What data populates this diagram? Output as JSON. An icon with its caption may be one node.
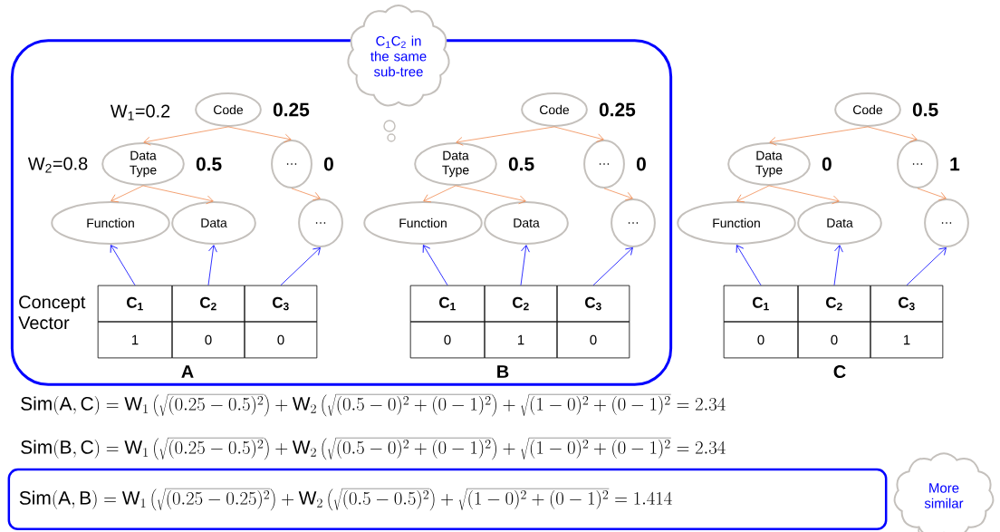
{
  "diagram": {
    "nodes": [
      {
        "text": [],
        "shape": "box"
      },
      {
        "text": [
          "Code"
        ],
        "beside": [
          "0.25"
        ],
        "in": 0
      },
      {
        "text": [
          "Data Type"
        ],
        "beside": [
          "0.5"
        ],
        "in": 0
      },
      {
        "text": [
          "…"
        ],
        "beside": [
          "0"
        ],
        "in": 0
      },
      {
        "text": [
          "Function"
        ],
        "in": 0
      },
      {
        "text": [
          "Data"
        ],
        "in": 0
      },
      {
        "text": [
          "…"
        ],
        "in": 0
      },
      {
        "text": [
          "C$_{1}$"
        ],
        "in": 0
      },
      {
        "text": [
          "C$_{2}$"
        ],
        "in": 0
      },
      {
        "text": [
          "C$_{3}$"
        ],
        "in": 0
      },
      {
        "text": [
          "1"
        ],
        "in": 0
      },
      {
        "text": [
          "0"
        ],
        "in": 0
      },
      {
        "text": [
          "0"
        ],
        "in": 0
      },
      {
        "text": [
          "Code"
        ],
        "beside": [
          "0.25"
        ],
        "in": 0
      },
      {
        "text": [
          "Data Type"
        ],
        "beside": [
          "0.5"
        ],
        "in": 0
      },
      {
        "text": [
          "…"
        ],
        "beside": [
          "0"
        ],
        "in": 0
      },
      {
        "text": [
          "Function"
        ],
        "in": 0
      },
      {
        "text": [
          "Data"
        ],
        "in": 0
      },
      {
        "text": [
          "…"
        ],
        "in": 0
      },
      {
        "text": [
          "C$_{1}$"
        ],
        "in": 0
      },
      {
        "text": [
          "C$_{2}$"
        ],
        "in": 0
      },
      {
        "text": [
          "C$_{3}$"
        ],
        "in": 0
      },
      {
        "text": [
          "0"
        ],
        "in": 0
      },
      {
        "text": [
          "1"
        ],
        "in": 0
      },
      {
        "text": [
          "0"
        ],
        "in": 0
      },
      {
        "text": [
          "Code"
        ],
        "beside": [
          "0.5"
        ]
      },
      {
        "text": [
          "Data Type"
        ],
        "beside": [
          "0"
        ]
      },
      {
        "text": [
          "…"
        ],
        "beside": [
          "1"
        ]
      },
      {
        "text": [
          "Function"
        ]
      },
      {
        "text": [
          "Data"
        ]
      },
      {
        "text": [
          "…"
        ]
      },
      {
        "text": [
          "C$_{1}$"
        ]
      },
      {
        "text": [
          "C$_{2}$"
        ]
      },
      {
        "text": [
          "C$_{3}$"
        ]
      },
      {
        "text": [
          "0"
        ]
      },
      {
        "text": [
          "0"
        ]
      },
      {
        "text": [
          "1"
        ]
      },
      {
        "text": [
          "C$_{1}$C$_{2}$ in the same sub-tree"
        ]
      },
      {
        "text": [
          "\\mathrm{Sim(A,B)} = \\mathrm{W}_{1}\\left(\\sqrt{(0.25-0.25)^{2}}\\right) + \\mathrm{W}_{2}\\left(\\sqrt{(0.5-0.5)^{2}}\\right) + \\sqrt{(1-0)^{2}+(0-1)^{2}} = 1.414"
        ]
      },
      {
        "text": [
          "More similar"
        ]
      }
    ],
    "edges": [
      {
        "from": 1,
        "to": 2,
        "arrow": "to"
      },
      {
        "from": 1,
        "to": 3,
        "arrow": "to"
      },
      {
        "from": 2,
        "to": 4,
        "arrow": "to"
      },
      {
        "from": 2,
        "to": 5,
        "arrow": "to"
      },
      {
        "from": 3,
        "to": 6,
        "arrow": "to"
      },
      {
        "from": 7,
        "to": 4,
        "arrow": "to",
        "color": "#0000ff"
      },
      {
        "from": 8,
        "to": 5,
        "arrow": "to",
        "color": "#0000ff"
      },
      {
        "from": 9,
        "to": 6,
        "arrow": "to",
        "color": "#0000ff"
      },
      {
        "from": 13,
        "to": 14,
        "arrow": "to"
      },
      {
        "from": 13,
        "to": 15,
        "arrow": "to"
      },
      {
        "from": 14,
        "to": 16,
        "arrow": "to"
      },
      {
        "from": 14,
        "to": 17,
        "arrow": "to"
      },
      {
        "from": 15,
        "to": 18,
        "arrow": "to"
      },
      {
        "from": 19,
        "to": 16,
        "arrow": "to",
        "color": "#0000ff"
      },
      {
        "from": 20,
        "to": 17,
        "arrow": "to",
        "color": "#0000ff"
      },
      {
        "from": 21,
        "to": 18,
        "arrow": "to",
        "color": "#0000ff"
      },
      {
        "from": 25,
        "to": 26,
        "arrow": "to"
      },
      {
        "from": 25,
        "to": 27,
        "arrow": "to"
      },
      {
        "from": 26,
        "to": 28,
        "arrow": "to"
      },
      {
        "from": 26,
        "to": 29,
        "arrow": "to"
      },
      {
        "from": 27,
        "to": 30,
        "arrow": "to"
      },
      {
        "from": 31,
        "to": 28,
        "arrow": "to",
        "color": "#0000ff"
      },
      {
        "from": 32,
        "to": 29,
        "arrow": "to",
        "color": "#0000ff"
      },
      {
        "from": 33,
        "to": 30,
        "arrow": "to",
        "color": "#0000ff"
      }
    ],
    "labels": [
      "W$_{1}$=0.2",
      "W$_{2}$=0.8",
      "Concept Vector",
      "A",
      "B",
      "C",
      "\\mathrm{Sim(A,C)} = \\mathrm{W}_{1}\\left(\\sqrt{(0.25-0.5)^{2}}\\right) + \\mathrm{W}_{2}\\left(\\sqrt{(0.5-0)^{2}+(0-1)^{2}}\\right) + \\sqrt{(1-0)^{2}+(0-1)^{2}} = 2.34",
      "\\mathrm{Sim(B,C)} = \\mathrm{W}_{1}\\left(\\sqrt{(0.25-0.5)^{2}}\\right) + \\mathrm{W}_{2}\\left(\\sqrt{(0.5-0)^{2}+(0-1)^{2}}\\right) + \\sqrt{(1-0)^{2}+(0-1)^{2}} = 2.34"
    ]
  }
}
